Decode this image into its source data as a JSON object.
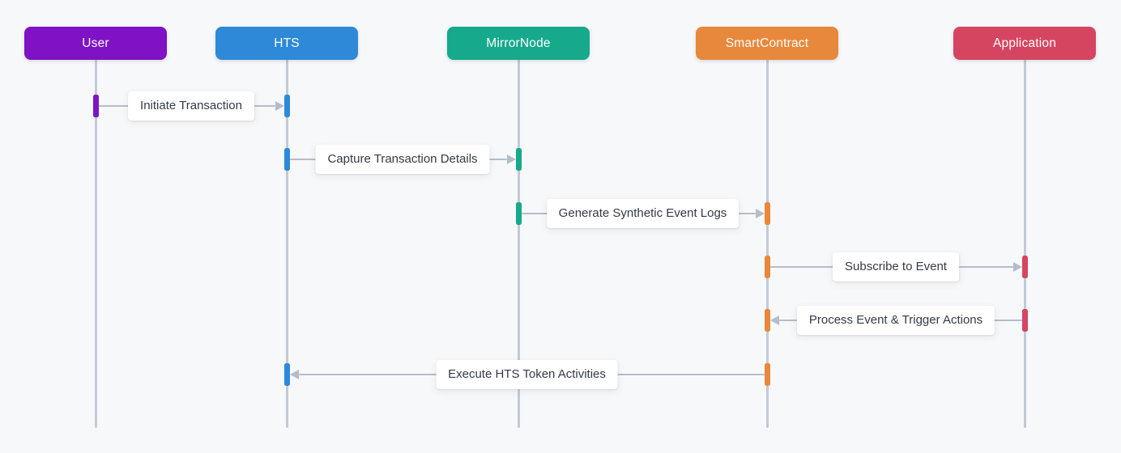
{
  "diagram": {
    "type": "sequence-diagram",
    "background_color": "#f7f8fa",
    "lifeline_color": "#c2cad6",
    "arrow_color": "#b4bdcb",
    "label_background": "#ffffff",
    "label_text_color": "#333a45",
    "actors": [
      {
        "name": "User",
        "color": "#7e12c4"
      },
      {
        "name": "HTS",
        "color": "#2e89d8"
      },
      {
        "name": "MirrorNode",
        "color": "#16a98c"
      },
      {
        "name": "SmartContract",
        "color": "#e8883c"
      },
      {
        "name": "Application",
        "color": "#d64560"
      }
    ],
    "messages": [
      {
        "label": "Initiate Transaction",
        "from": "User",
        "to": "HTS"
      },
      {
        "label": "Capture Transaction Details",
        "from": "HTS",
        "to": "MirrorNode"
      },
      {
        "label": "Generate Synthetic Event Logs",
        "from": "MirrorNode",
        "to": "SmartContract"
      },
      {
        "label": "Subscribe to Event",
        "from": "SmartContract",
        "to": "Application"
      },
      {
        "label": "Process Event & Trigger Actions",
        "from": "Application",
        "to": "SmartContract"
      },
      {
        "label": "Execute HTS Token Activities",
        "from": "SmartContract",
        "to": "HTS"
      }
    ]
  }
}
